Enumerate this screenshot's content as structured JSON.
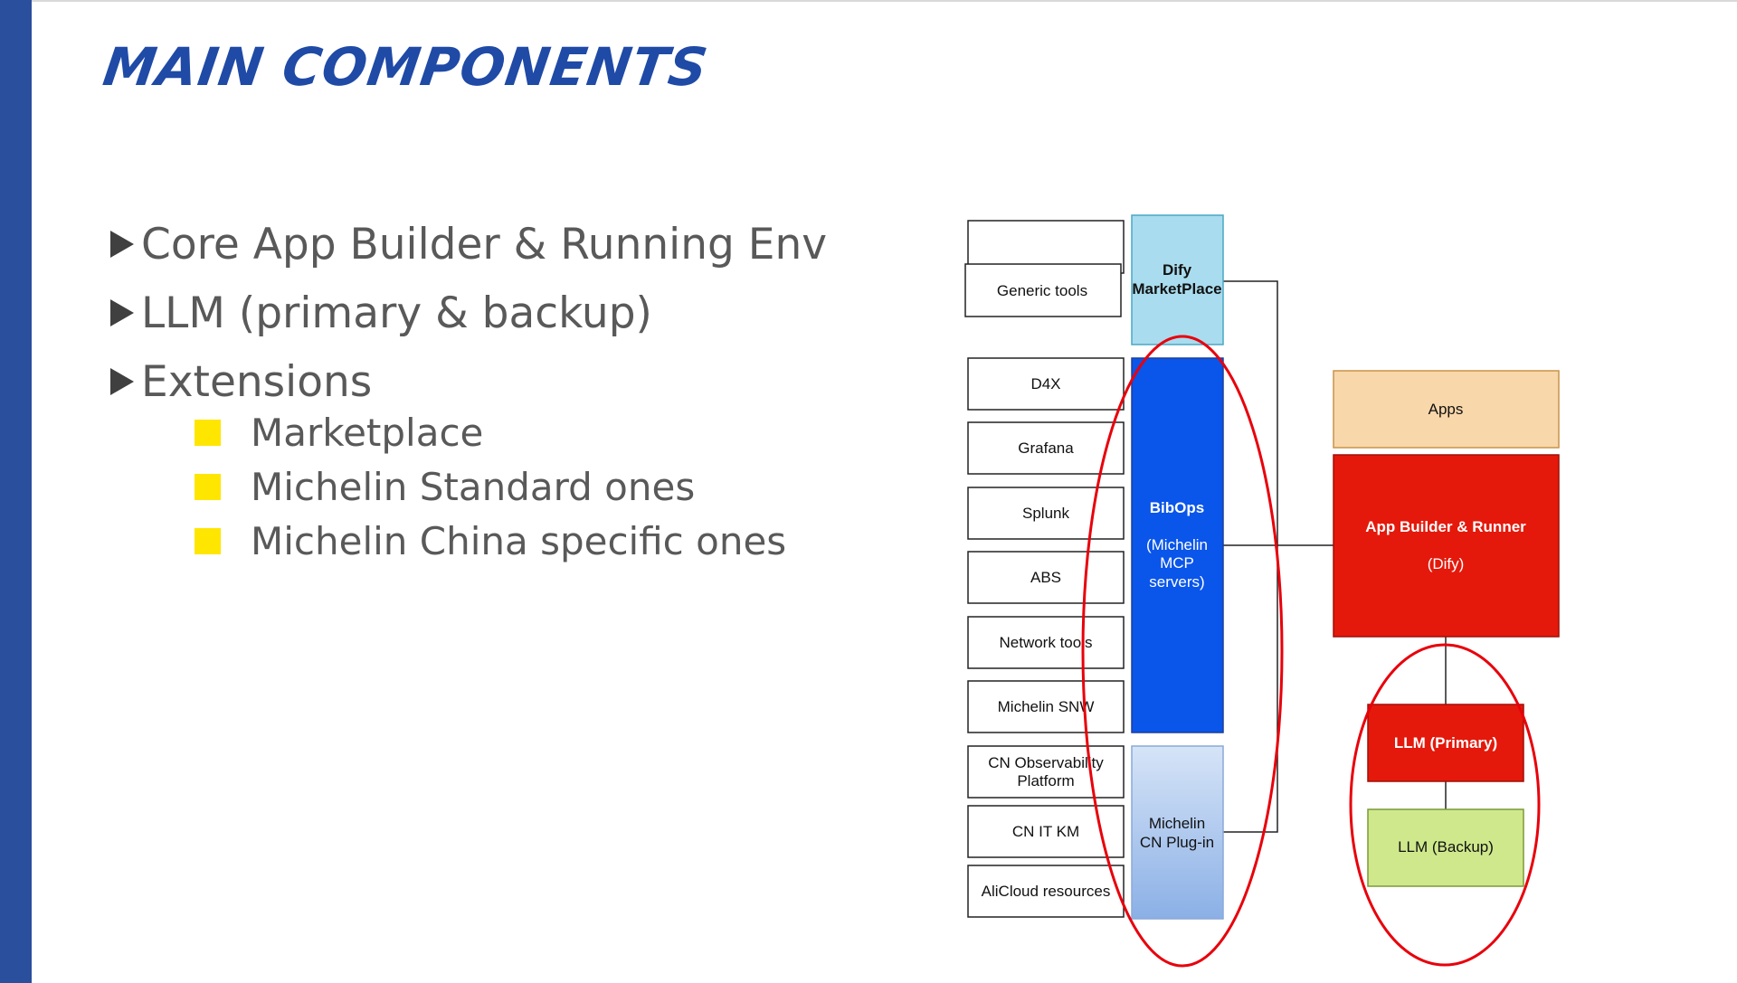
{
  "slide": {
    "title": "MAIN COMPONENTS",
    "bullets": [
      "Core App Builder & Running Env",
      "LLM (primary & backup)",
      "Extensions"
    ],
    "sub_bullets": [
      "Marketplace",
      "Michelin Standard ones",
      "Michelin China specific ones"
    ],
    "colors": {
      "left_bar": "#2a4f9c",
      "title": "#1f4aa6",
      "sub_bullet_marker": "#ffe600",
      "annotation_circle": "#e8000b"
    }
  },
  "diagram": {
    "tools": {
      "blank": "",
      "generic": "Generic tools",
      "d4x": "D4X",
      "grafana": "Grafana",
      "splunk": "Splunk",
      "abs": "ABS",
      "network": "Network tools",
      "snw": "Michelin SNW",
      "cn_obs_line1": "CN Observability",
      "cn_obs_line2": "Platform",
      "cn_itkm": "CN IT KM",
      "alicloud": "AliCloud resources"
    },
    "dify_marketplace": {
      "line1": "Dify",
      "line2": "MarketPlace",
      "color": "#a9dcee"
    },
    "bibops": {
      "title": "BibOps",
      "line1": "(Michelin",
      "line2": "MCP",
      "line3": "servers)",
      "color": "#0a55ea"
    },
    "cn_plugin": {
      "line1": "Michelin",
      "line2": "CN Plug-in",
      "color": "#9bbcec"
    },
    "apps": {
      "label": "Apps",
      "color": "#f8d7aa"
    },
    "app_builder": {
      "title": "App Builder & Runner",
      "subtitle": "(Dify)",
      "color": "#e4190b"
    },
    "llm_primary": {
      "label": "LLM (Primary)",
      "color": "#e4190b"
    },
    "llm_backup": {
      "label": "LLM (Backup)",
      "color": "#cfe88c"
    }
  }
}
